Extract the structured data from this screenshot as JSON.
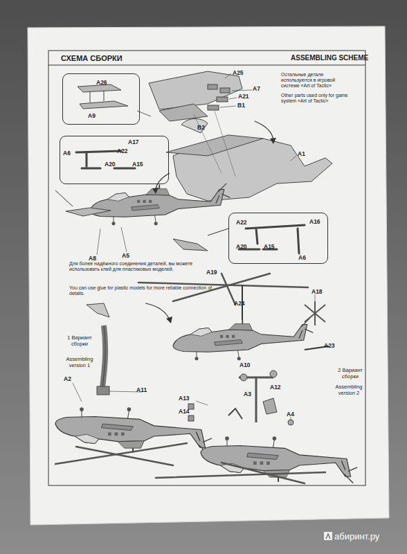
{
  "diagram": {
    "title": "СХЕМА СБОРКИ",
    "nodes": [
      {
        "text": [
          "A26",
          "A9"
        ]
      },
      {
        "text": [
          "A17",
          "A22",
          "A6",
          "A20",
          "A15"
        ]
      },
      {
        "text": [
          "A22",
          "A16",
          "A20",
          "A15",
          "A6"
        ]
      }
    ],
    "labels": [
      "ASSEMBLING SCHEME",
      "A25",
      "A7",
      "A21",
      "B1",
      "Остальные детали используются в игровой системе «Art of Tactic»",
      "Other parts used only for game system «Art of Tactic»",
      "B2",
      "A1",
      "A8",
      "A5",
      "Для более надёжного соединения деталей, вы можете использовать клей для пластиковых моделей.",
      "You can use glue for plastic models for more reliable connection of details.",
      "A19",
      "A18",
      "A24",
      "A23",
      "1 Вариант сборки",
      "Assembling version 1",
      "A10",
      "2 Вариант сборки",
      "Assembling version 2",
      "A2",
      "A11",
      "A13",
      "A3",
      "A12",
      "A14",
      "A4",
      "абиринт.ру"
    ]
  }
}
